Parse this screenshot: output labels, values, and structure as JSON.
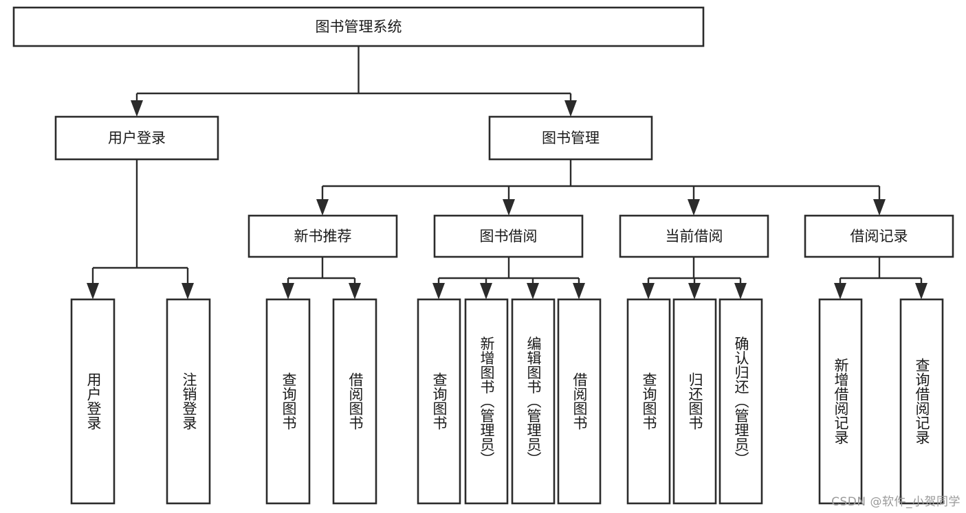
{
  "diagram": {
    "type": "tree-hierarchy",
    "title": "图书管理系统",
    "orientation": "top-down",
    "colors": {
      "box_stroke": "#2b2b2b",
      "box_fill": "#ffffff",
      "text": "#1a1a1a",
      "background": "#ffffff",
      "watermark": "#9a9a9a"
    },
    "root": {
      "label": "图书管理系统",
      "id": "root-system"
    },
    "level2": [
      {
        "id": "user-login",
        "label": "用户登录"
      },
      {
        "id": "book-management",
        "label": "图书管理"
      }
    ],
    "level3": [
      {
        "id": "new-book-recommend",
        "label": "新书推荐",
        "parent": "book-management"
      },
      {
        "id": "book-borrow",
        "label": "图书借阅",
        "parent": "book-management"
      },
      {
        "id": "current-borrow",
        "label": "当前借阅",
        "parent": "book-management"
      },
      {
        "id": "borrow-record",
        "label": "借阅记录",
        "parent": "book-management"
      }
    ],
    "leaves": [
      {
        "id": "leaf-user-login",
        "label": "用户登录",
        "parent": "user-login"
      },
      {
        "id": "leaf-logout-login",
        "label": "注销登录",
        "parent": "user-login"
      },
      {
        "id": "leaf-query-book-recommend",
        "label": "查询图书",
        "parent": "new-book-recommend"
      },
      {
        "id": "leaf-borrow-book-recommend",
        "label": "借阅图书",
        "parent": "new-book-recommend"
      },
      {
        "id": "leaf-query-book-borrow",
        "label": "查询图书",
        "parent": "book-borrow"
      },
      {
        "id": "leaf-add-book-admin",
        "label": "新增图书（管理员）",
        "parent": "book-borrow"
      },
      {
        "id": "leaf-edit-book-admin",
        "label": "编辑图书（管理员）",
        "parent": "book-borrow"
      },
      {
        "id": "leaf-borrow-book",
        "label": "借阅图书",
        "parent": "book-borrow"
      },
      {
        "id": "leaf-query-book-current",
        "label": "查询图书",
        "parent": "current-borrow"
      },
      {
        "id": "leaf-return-book",
        "label": "归还图书",
        "parent": "current-borrow"
      },
      {
        "id": "leaf-confirm-return-admin",
        "label": "确认归还（管理员）",
        "parent": "current-borrow"
      },
      {
        "id": "leaf-add-borrow-record",
        "label": "新增借阅记录",
        "parent": "borrow-record"
      },
      {
        "id": "leaf-query-borrow-record",
        "label": "查询借阅记录",
        "parent": "borrow-record"
      }
    ]
  },
  "watermark": {
    "text": "CSDN @软件_小贺同学"
  }
}
